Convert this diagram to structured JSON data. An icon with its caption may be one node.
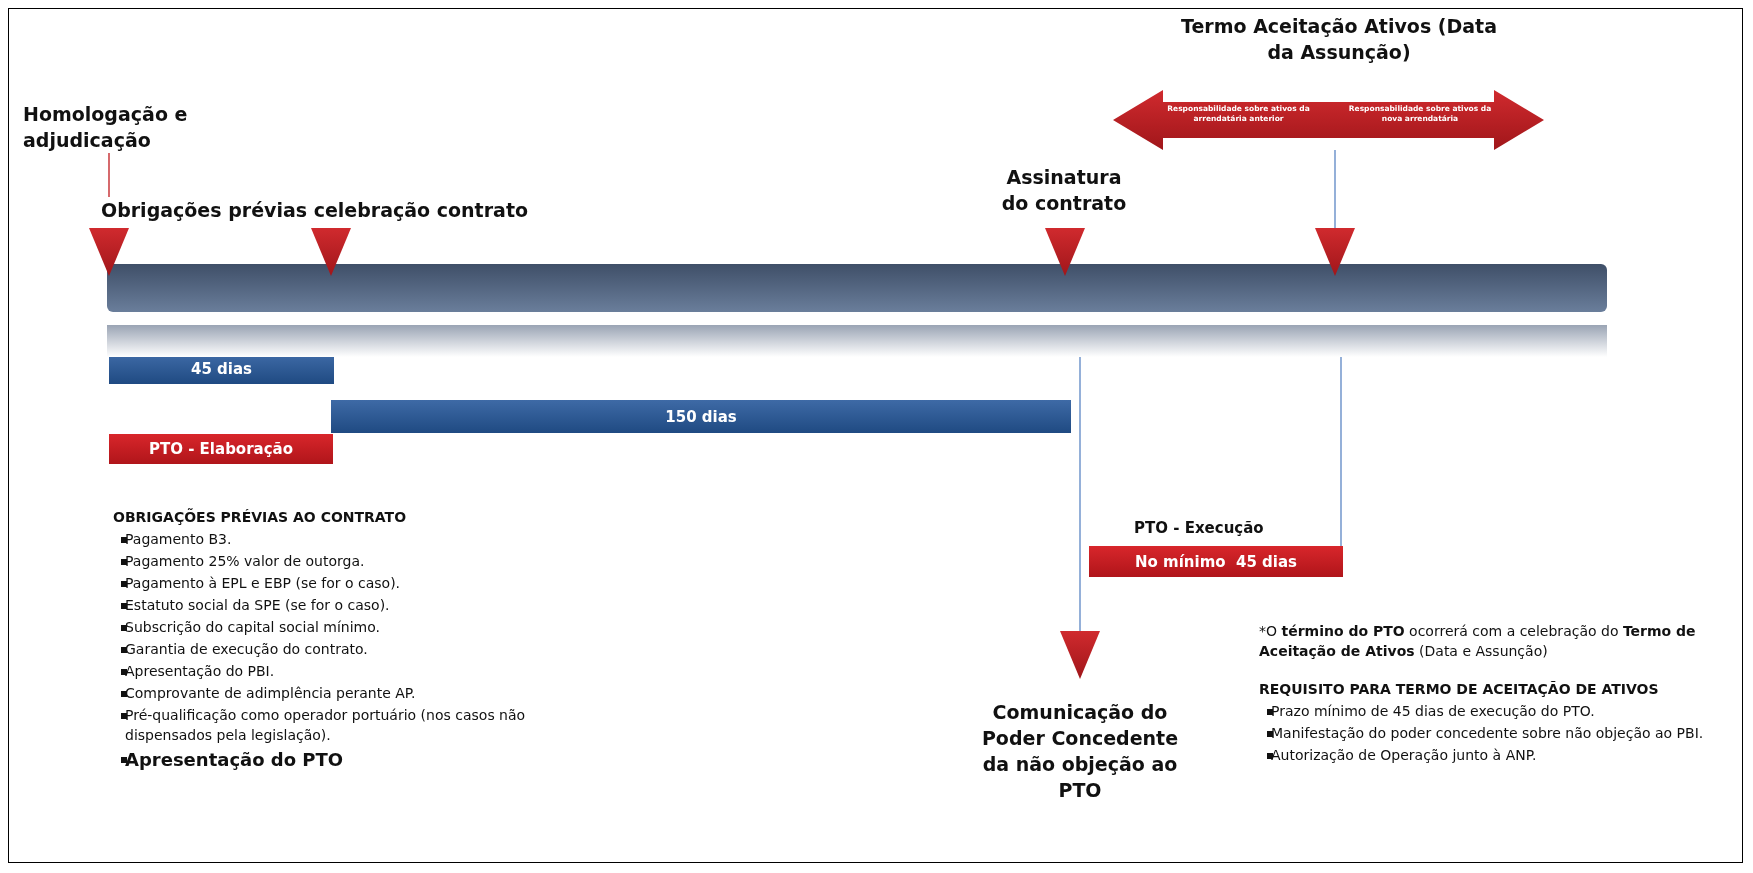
{
  "diagram": {
    "nodes": [
      {
        "text": [
          "Homologação e adjudicação"
        ]
      },
      {
        "text": [
          "Obrigações prévias celebração contrato"
        ]
      },
      {
        "text": [
          "Assinatura do contrato"
        ]
      },
      {
        "text": [
          "Termo Aceitação Ativos (Data da Assunção)"
        ]
      },
      {
        "text": [
          "Responsabilidade sobre ativos da arrendatária anterior"
        ]
      },
      {
        "text": [
          "Responsabilidade sobre ativos da nova arrendatária"
        ]
      },
      {
        "text": [
          "45 dias"
        ]
      },
      {
        "text": [
          "150 dias"
        ]
      },
      {
        "text": [
          "PTO - Elaboração"
        ]
      },
      {
        "text": [
          "No mínimo  45 dias"
        ],
        "beside": [
          "PTO - Execução"
        ]
      },
      {
        "text": [
          "Comunicação do Poder Concedente da não objeção ao PTO"
        ]
      },
      {
        "text": [],
        "shape": "bar"
      },
      {
        "text": [],
        "shape": "triangle"
      },
      {
        "text": [],
        "shape": "triangle"
      },
      {
        "text": [],
        "shape": "triangle"
      },
      {
        "text": [],
        "shape": "triangle"
      },
      {
        "text": [],
        "shape": "triangle"
      }
    ],
    "edges": [
      {
        "from": 0,
        "to": 1,
        "arrow": "none",
        "color": "#c0191e"
      },
      {
        "from": 5,
        "to": 15,
        "arrow": "none"
      },
      {
        "from": 11,
        "to": 16,
        "arrow": "none"
      },
      {
        "from": 11,
        "to": 9,
        "arrow": "none"
      }
    ],
    "labels": [
      "OBRIGAÇÕES PRÉVIAS  AO CONTRATO",
      "Pagamento B3.",
      "Pagamento 25% valor de outorga.",
      "Pagamento à EPL e EBP (se for o caso).",
      "Estatuto social da SPE (se for o caso).",
      "Subscrição do capital social mínimo.",
      "Garantia de execução do contrato.",
      "Apresentação do PBI.",
      "Comprovante de adimplência perante AP.",
      "Pré-qualificação como operador portuário (nos casos não dispensados pela legislação).",
      "Apresentação do PTO",
      "*O **término do PTO** ocorrerá com a celebração do **Termo de Aceitação de Ativos** (Data e Assunção)",
      "REQUISITO  PARA TERMO DE ACEITAÇÃO  DE ATIVOS",
      "Prazo mínimo de 45 dias de execução do PTO.",
      "Manifestação do poder concedente sobre não objeção ao PBI.",
      "Autorização de Operação junto à ANP."
    ]
  }
}
